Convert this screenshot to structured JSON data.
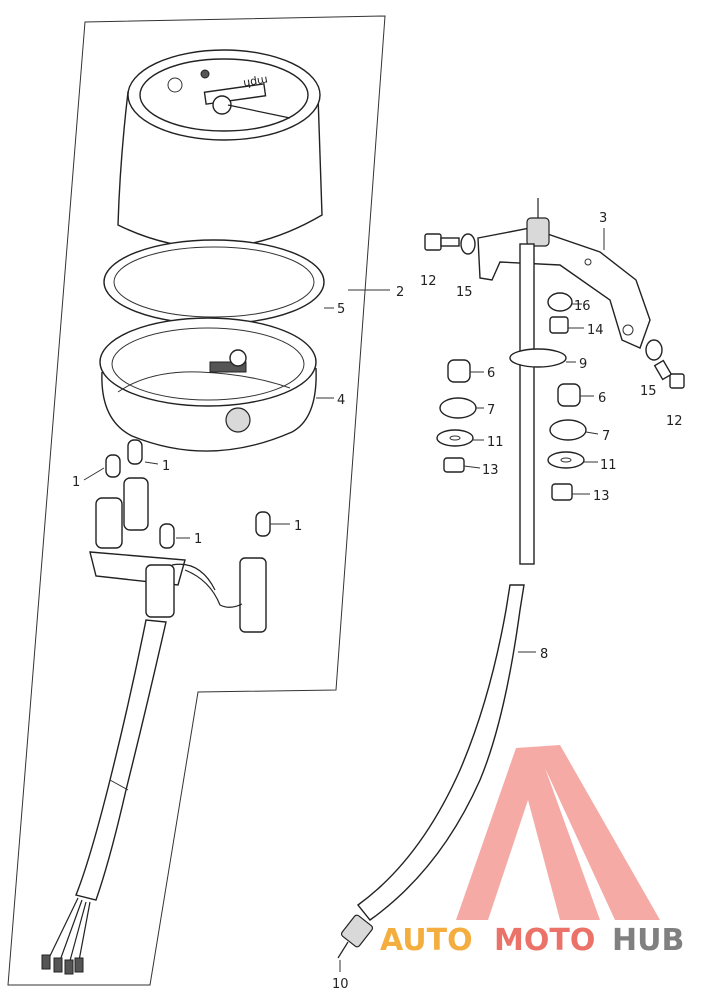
{
  "dial": {
    "unit": "mph"
  },
  "callouts": [
    {
      "id": "c1a",
      "text": "1"
    },
    {
      "id": "c1b",
      "text": "1"
    },
    {
      "id": "c1c",
      "text": "1"
    },
    {
      "id": "c1d",
      "text": "1"
    },
    {
      "id": "c2",
      "text": "2"
    },
    {
      "id": "c3",
      "text": "3"
    },
    {
      "id": "c4",
      "text": "4"
    },
    {
      "id": "c5",
      "text": "5"
    },
    {
      "id": "c6a",
      "text": "6"
    },
    {
      "id": "c6b",
      "text": "6"
    },
    {
      "id": "c7a",
      "text": "7"
    },
    {
      "id": "c7b",
      "text": "7"
    },
    {
      "id": "c8",
      "text": "8"
    },
    {
      "id": "c9",
      "text": "9"
    },
    {
      "id": "c10",
      "text": "10"
    },
    {
      "id": "c11a",
      "text": "11"
    },
    {
      "id": "c11b",
      "text": "11"
    },
    {
      "id": "c12a",
      "text": "12"
    },
    {
      "id": "c12b",
      "text": "12"
    },
    {
      "id": "c13a",
      "text": "13"
    },
    {
      "id": "c13b",
      "text": "13"
    },
    {
      "id": "c14",
      "text": "14"
    },
    {
      "id": "c15a",
      "text": "15"
    },
    {
      "id": "c15b",
      "text": "15"
    },
    {
      "id": "c16",
      "text": "16"
    }
  ],
  "watermark": {
    "part1": "AUTO",
    "part2": "MOTO",
    "part3": "HUB",
    "colors": {
      "auto": "#f2a11e",
      "moto": "#e85a4f",
      "hub": "#6b6b6b",
      "triangle": "#f07a72"
    }
  }
}
